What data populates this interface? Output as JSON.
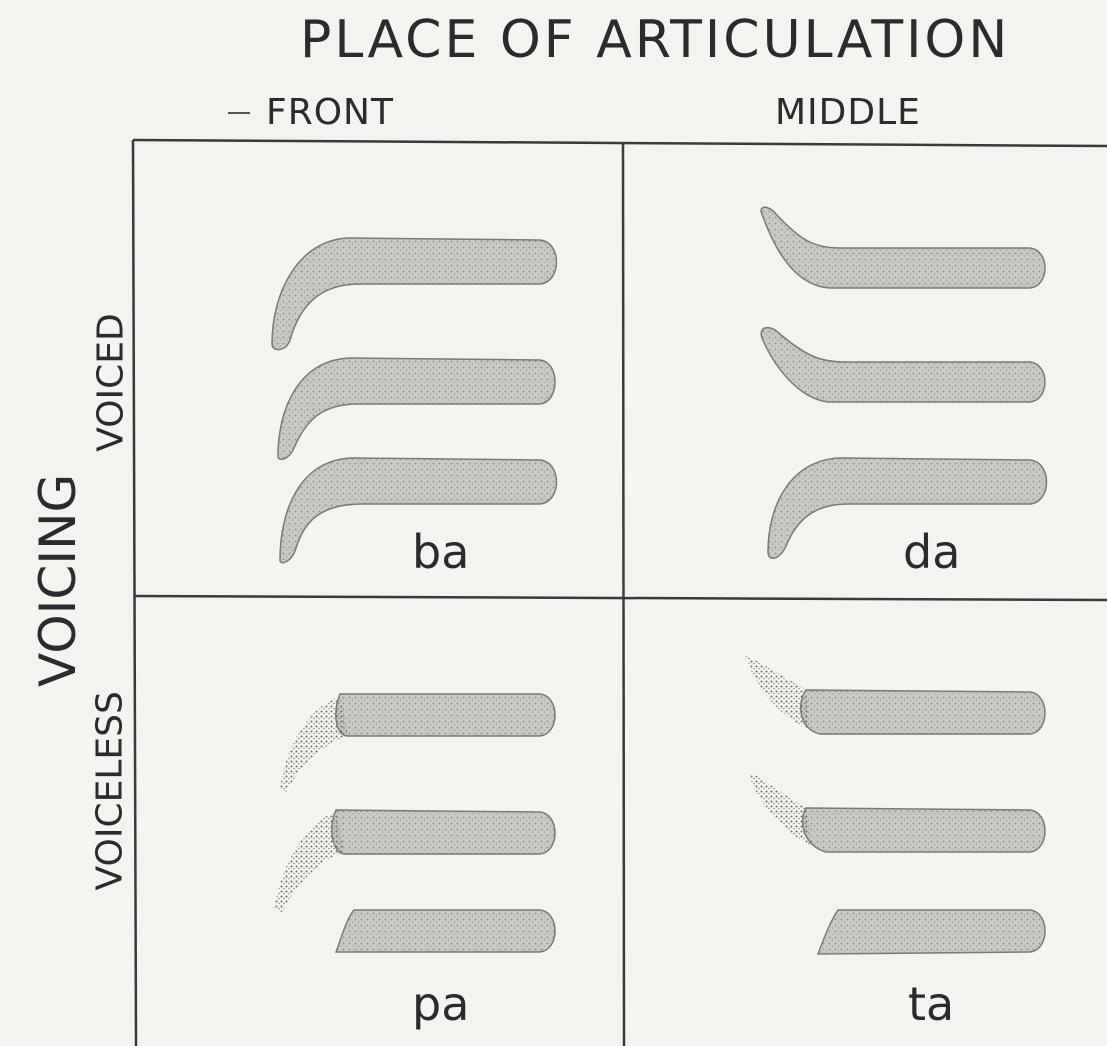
{
  "title": "PLACE OF ARTICULATION",
  "columns": {
    "front": "FRONT",
    "middle": "MIDDLE"
  },
  "row_axis": "VOICING",
  "rows": {
    "voiced": "VOICED",
    "voiceless": "VOICELESS"
  },
  "cells": {
    "voiced_front": "ba",
    "voiced_middle": "da",
    "voiceless_front": "pa",
    "voiceless_middle": "ta"
  },
  "colors": {
    "background": "#f4f3ef",
    "ink": "#2b2b2b",
    "formant_fill": "#bdbdb8"
  }
}
